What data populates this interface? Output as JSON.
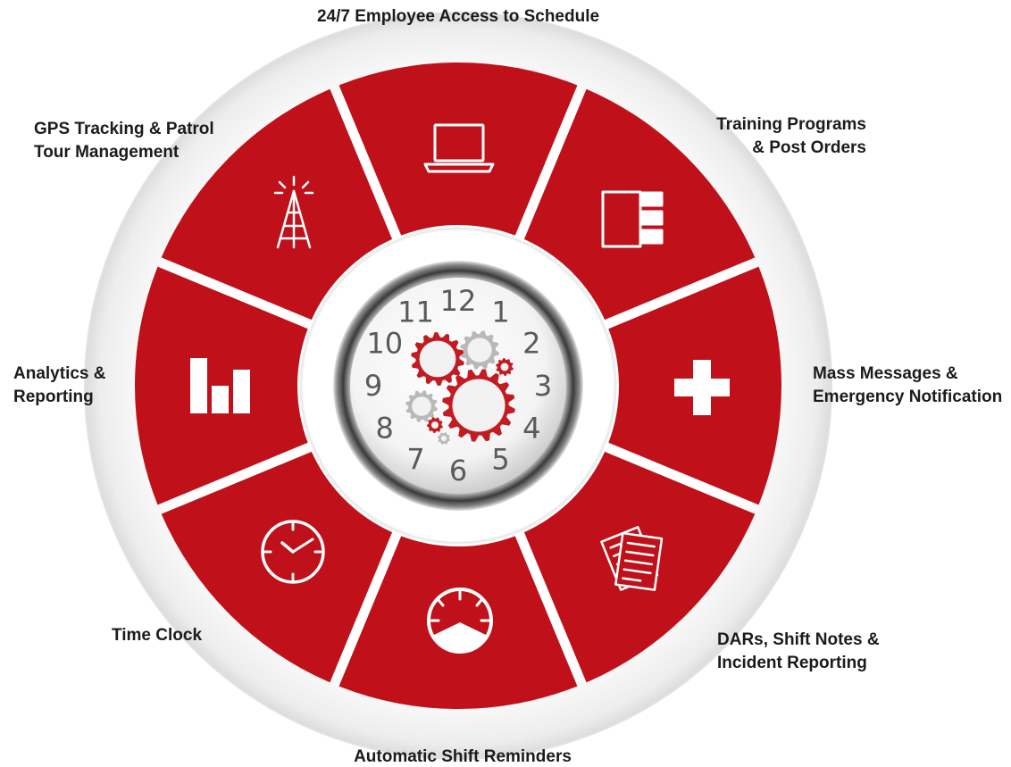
{
  "colors": {
    "segment": "#c0101a",
    "segment_dark": "#8a0b12",
    "ring": "#f2f2f2",
    "icon": "#ffffff",
    "gear_red": "#c21b22",
    "gear_grey": "#b9b9b9",
    "label_text": "#1b1b1b"
  },
  "segments": [
    {
      "label_lines": [
        "24/7 Employee Access to Schedule"
      ],
      "icon": "laptop-icon"
    },
    {
      "label_lines": [
        "Training Programs",
        "& Post Orders"
      ],
      "icon": "document-tabs-icon"
    },
    {
      "label_lines": [
        "Mass Messages &",
        "Emergency Notification"
      ],
      "icon": "plus-icon"
    },
    {
      "label_lines": [
        "DARs, Shift Notes &",
        "Incident Reporting"
      ],
      "icon": "papers-icon"
    },
    {
      "label_lines": [
        "Automatic Shift Reminders"
      ],
      "icon": "speedometer-icon"
    },
    {
      "label_lines": [
        "Time Clock"
      ],
      "icon": "clock-icon"
    },
    {
      "label_lines": [
        "Analytics &",
        "Reporting"
      ],
      "icon": "bar-chart-icon"
    },
    {
      "label_lines": [
        "GPS Tracking & Patrol",
        "Tour Management"
      ],
      "icon": "radio-tower-icon"
    }
  ],
  "center_clock": {
    "numerals": [
      "12",
      "1",
      "2",
      "3",
      "4",
      "5",
      "6",
      "7",
      "8",
      "9",
      "10",
      "11"
    ],
    "icon": "clock-gears-icon"
  }
}
